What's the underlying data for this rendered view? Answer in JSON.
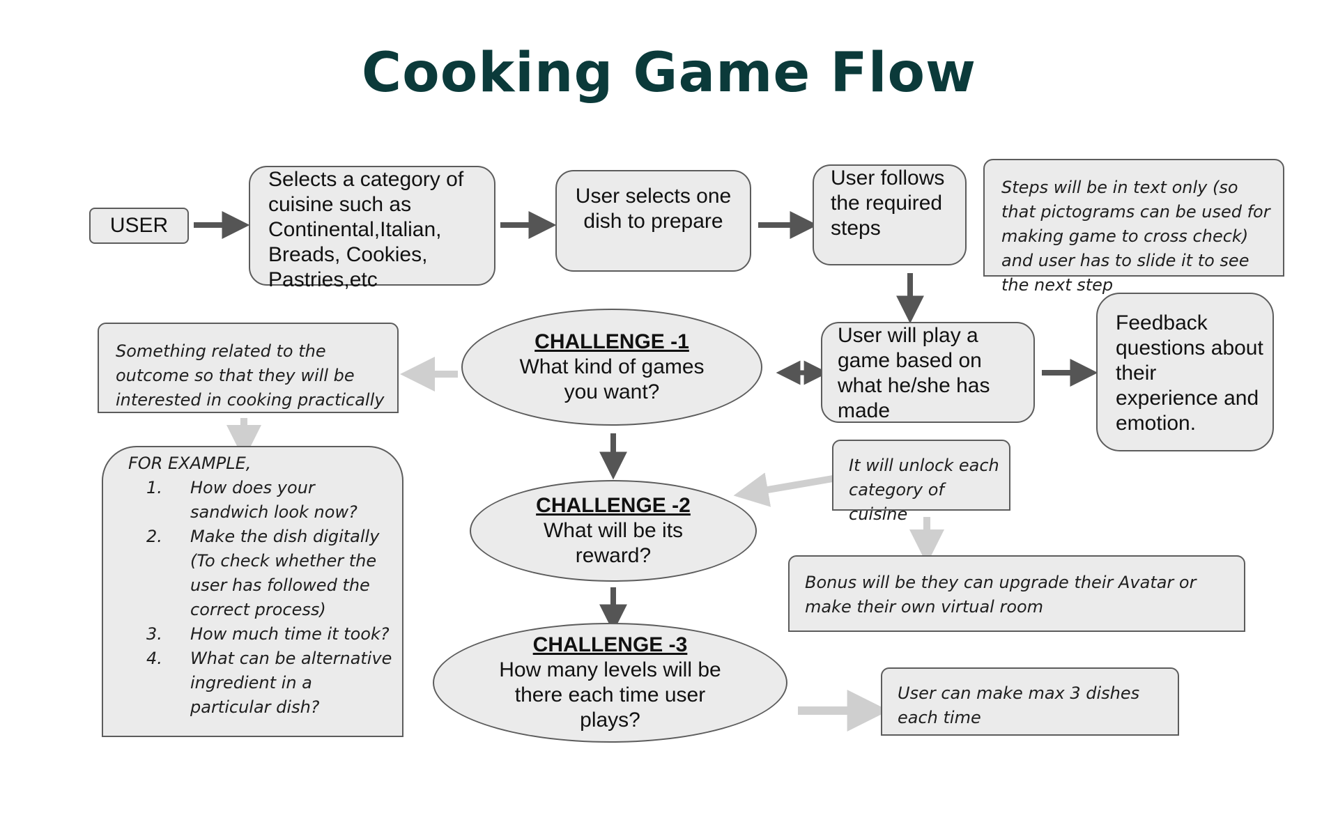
{
  "title": "Cooking Game Flow",
  "nodes": {
    "user": "USER",
    "category": "Selects a category of cuisine such as Continental,Italian, Breads, Cookies, Pastries,etc",
    "dish": "User selects one dish to prepare",
    "steps": "User follows the required steps",
    "steps_note": "Steps will be in text only (so that pictograms can be used for making game to cross check) and user has to slide it to see the next step",
    "play": "User will play a game based on what he/she has made",
    "feedback": "Feedback questions about their experience and emotion.",
    "outcome_note": "Something related to the outcome so that they will be interested in cooking practically",
    "unlock_note": "It will unlock each category of cuisine",
    "bonus_note": "Bonus will be they can upgrade their Avatar or make their own virtual room",
    "max_note": "User can make max 3 dishes each time"
  },
  "challenges": [
    {
      "title": "CHALLENGE -1",
      "question": "What kind of games you want?"
    },
    {
      "title": "CHALLENGE -2",
      "question": "What will be its reward?"
    },
    {
      "title": "CHALLENGE -3",
      "question": "How many levels will be there each time user plays?"
    }
  ],
  "example": {
    "heading": "FOR EXAMPLE,",
    "items": [
      {
        "num": "1.",
        "text": "How does your sandwich look now?"
      },
      {
        "num": "2.",
        "text": "Make the dish digitally (To check whether the user has followed the correct process)"
      },
      {
        "num": "3.",
        "text": "How much time it took?"
      },
      {
        "num": "4.",
        "text": "What can be alternative ingredient in a particular dish?"
      }
    ]
  },
  "colors": {
    "title": "#0b3a3a",
    "box_fill": "#ebebeb",
    "box_border": "#5c5c5c",
    "arrow_dark": "#555555",
    "arrow_light": "#cfcfcf"
  }
}
